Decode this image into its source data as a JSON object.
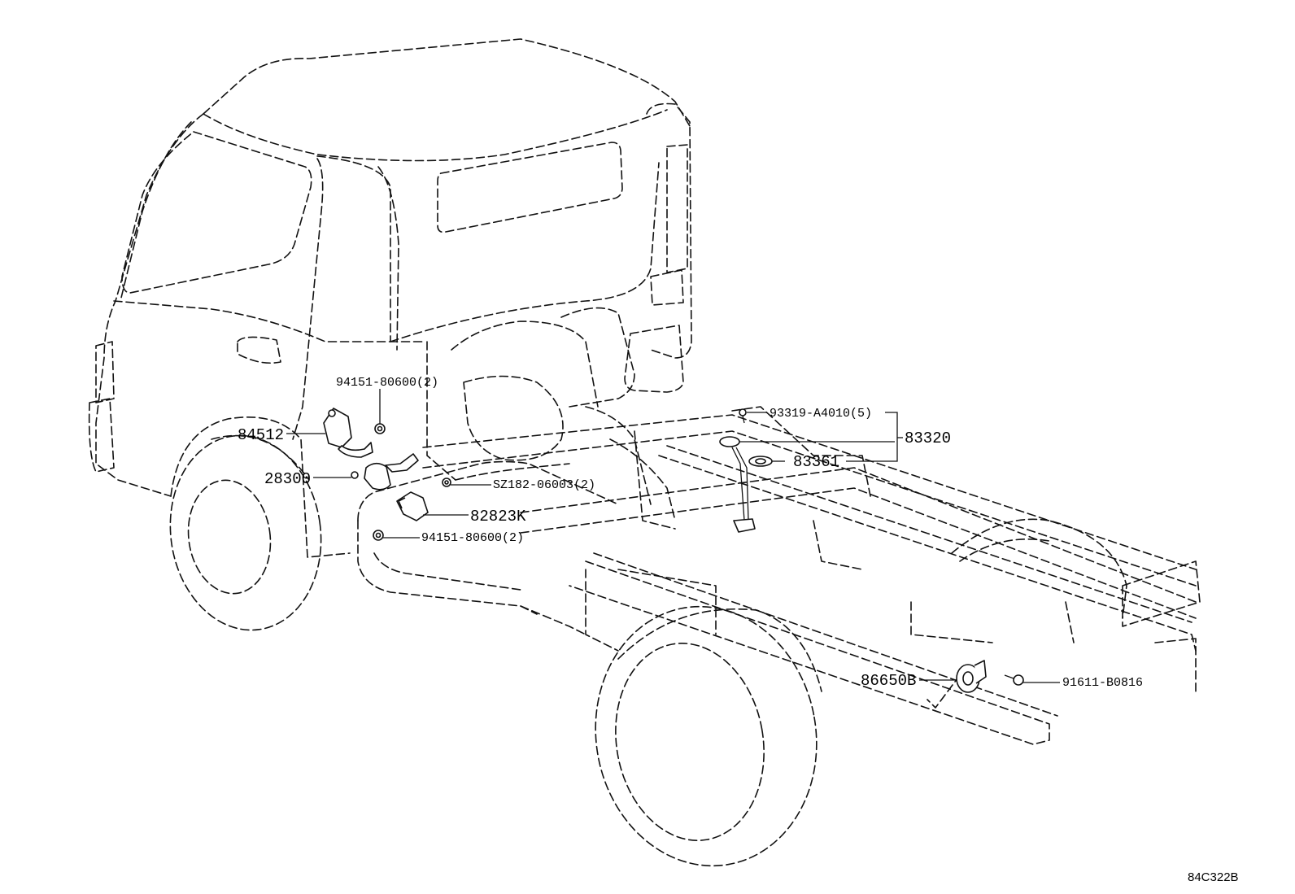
{
  "diagram_ref": "84C322B",
  "callouts": {
    "p84512": "84512",
    "p28300": "28300",
    "p94151_upper": "94151-80600(2)",
    "p94151_lower": "94151-80600(2)",
    "pSZ182": "SZ182-06003(2)",
    "p82823K": "82823K",
    "p93319": "93319-A4010(5)",
    "p83320": "83320",
    "p83361": "83361",
    "p86650B": "86650B",
    "p91611": "91611-B0816"
  },
  "colors": {
    "line": "#111111",
    "background": "#ffffff"
  }
}
